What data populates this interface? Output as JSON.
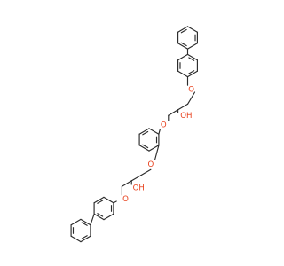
{
  "diagram": {
    "type": "skeletal-structure",
    "atom_labels": {
      "ether_o_1": "O",
      "hydroxyl_1": "OH",
      "ether_o_2": "O",
      "ether_o_3": "O",
      "hydroxyl_2": "OH",
      "ether_o_4": "O"
    },
    "colors": {
      "bond": "#2b2b2b",
      "heteroatom": "#e8401c",
      "background": "#ffffff"
    }
  }
}
